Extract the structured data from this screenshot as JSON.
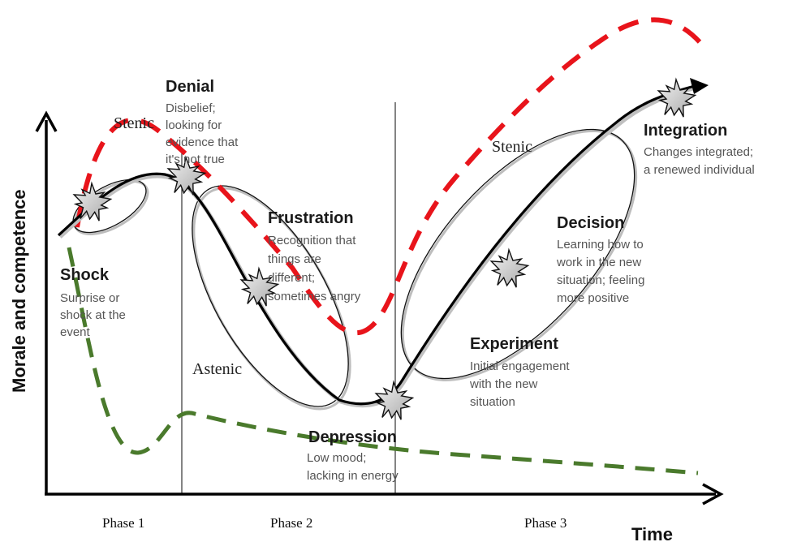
{
  "axes": {
    "y_label": "Morale and competence",
    "x_label": "Time"
  },
  "phases": [
    "Phase 1",
    "Phase 2",
    "Phase 3"
  ],
  "regions": {
    "stenic_left": "Stenic",
    "stenic_right": "Stenic",
    "astenic": "Astenic"
  },
  "stages": {
    "shock": {
      "title": "Shock",
      "desc": [
        "Surprise or",
        "shock at the",
        "event"
      ]
    },
    "denial": {
      "title": "Denial",
      "desc": [
        "Disbelief;",
        "looking for",
        "evidence that",
        "it's not true"
      ]
    },
    "frustration": {
      "title": "Frustration",
      "desc": [
        "Recognition that",
        "things are",
        "different;",
        "sometimes angry"
      ]
    },
    "depression": {
      "title": "Depression",
      "desc": [
        "Low mood;",
        "lacking in energy"
      ]
    },
    "experiment": {
      "title": "Experiment",
      "desc": [
        "Initial engagement",
        "with the new",
        "situation"
      ]
    },
    "decision": {
      "title": "Decision",
      "desc": [
        "Learning how to",
        "work in the new",
        "situation; feeling",
        "more positive"
      ]
    },
    "integration": {
      "title": "Integration",
      "desc": [
        "Changes integrated;",
        "a renewed individual"
      ]
    }
  },
  "colors": {
    "red_curve": "#e8141b",
    "green_curve": "#4a7a2c",
    "main_curve": "#000000",
    "burst_fill": "#c8c8c8"
  }
}
